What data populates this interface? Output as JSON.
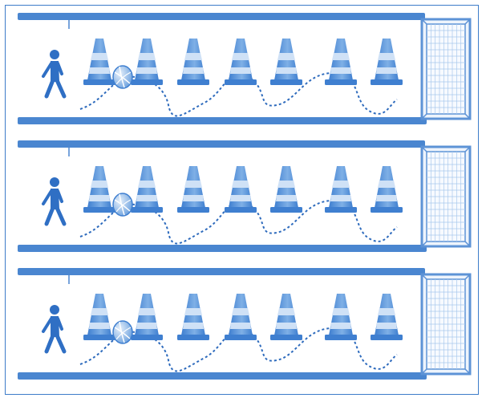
{
  "colors": {
    "accent": "#3d7cc9",
    "lane_bar": "#4a86d0",
    "cone_dark": "#3f7fd0",
    "cone_light": "#cfe1f6",
    "ball": "#6fa3df",
    "goal_frame": "#5d93d6",
    "goal_net": "#a9c8ec",
    "figure": "#2f6fc4",
    "path": "#2e6bbd"
  },
  "lanes": [
    {
      "cones": 7,
      "has_ball": true,
      "has_goal": true,
      "has_player": true
    },
    {
      "cones": 7,
      "has_ball": true,
      "has_goal": true,
      "has_player": true
    },
    {
      "cones": 7,
      "has_ball": true,
      "has_goal": true,
      "has_player": true
    }
  ],
  "icons": {
    "player": "walking-person-icon",
    "cone": "traffic-cone-icon",
    "ball": "soccer-ball-icon",
    "goal": "goal-net-icon"
  }
}
